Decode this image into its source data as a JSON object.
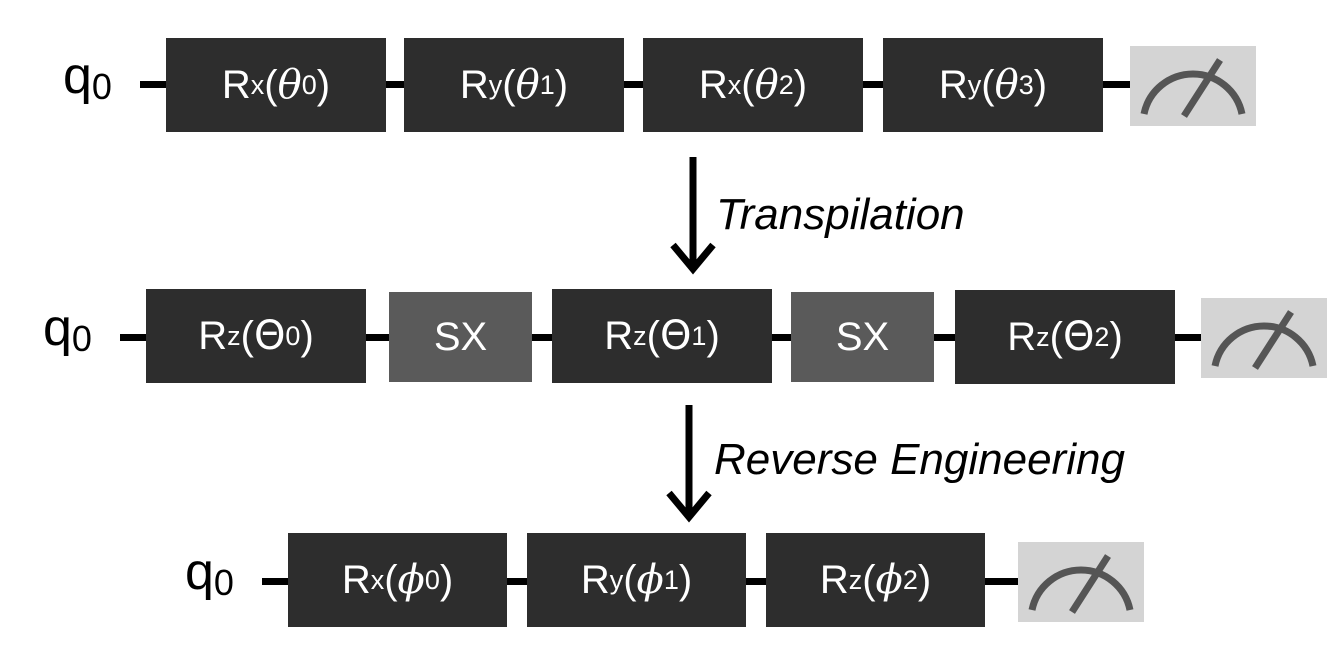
{
  "rows": [
    {
      "qubit": {
        "name": "q",
        "index": "0"
      },
      "gates": [
        {
          "base": "R",
          "axis": "x",
          "param": "θ",
          "param_index": "0"
        },
        {
          "base": "R",
          "axis": "y",
          "param": "θ",
          "param_index": "1"
        },
        {
          "base": "R",
          "axis": "x",
          "param": "θ",
          "param_index": "2"
        },
        {
          "base": "R",
          "axis": "y",
          "param": "θ",
          "param_index": "3"
        }
      ]
    },
    {
      "qubit": {
        "name": "q",
        "index": "0"
      },
      "gates": [
        {
          "base": "R",
          "axis": "z",
          "param": "Θ",
          "param_index": "0"
        },
        {
          "label": "SX"
        },
        {
          "base": "R",
          "axis": "z",
          "param": "Θ",
          "param_index": "1"
        },
        {
          "label": "SX"
        },
        {
          "base": "R",
          "axis": "z",
          "param": "Θ",
          "param_index": "2"
        }
      ]
    },
    {
      "qubit": {
        "name": "q",
        "index": "0"
      },
      "gates": [
        {
          "base": "R",
          "axis": "x",
          "param": "ϕ",
          "param_index": "0"
        },
        {
          "base": "R",
          "axis": "y",
          "param": "ϕ",
          "param_index": "1"
        },
        {
          "base": "R",
          "axis": "z",
          "param": "ϕ",
          "param_index": "2"
        }
      ]
    }
  ],
  "arrows": [
    {
      "label": "Transpilation"
    },
    {
      "label": "Reverse Engineering"
    }
  ],
  "colors": {
    "gate_fill": "#2d2d2d",
    "sx_fill": "#5a5a5a",
    "measure_bg": "#d4d4d4",
    "measure_icon": "#555555"
  },
  "icons": {
    "measure": "measurement-meter-icon",
    "arrow": "down-arrow-icon"
  }
}
